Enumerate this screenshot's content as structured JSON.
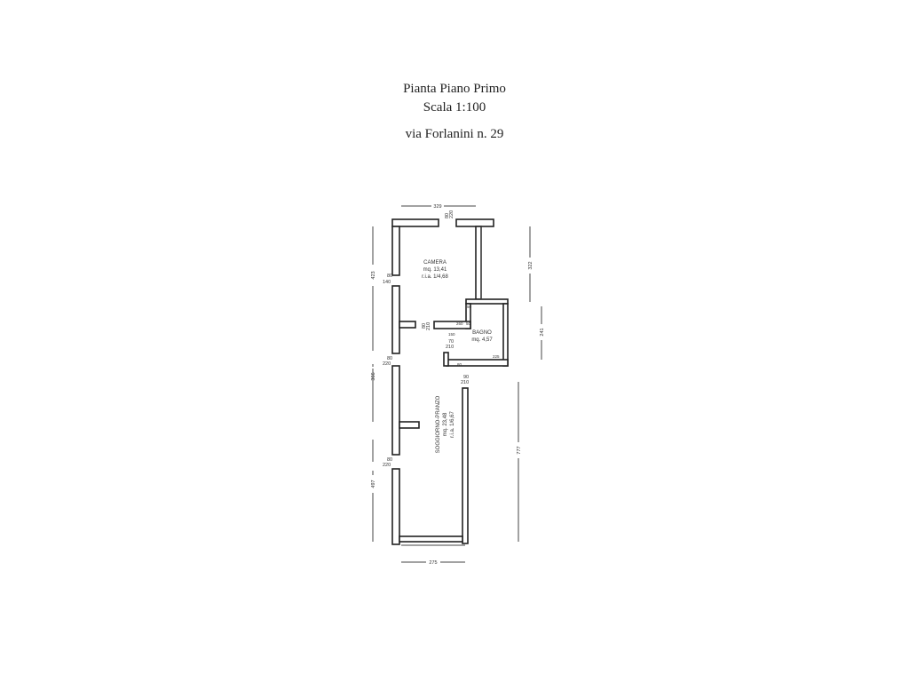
{
  "header": {
    "title": "Pianta Piano Primo",
    "scale": "Scala 1:100",
    "address": "via Forlanini n. 29"
  },
  "rooms": {
    "camera": {
      "name": "CAMERA",
      "area": "mq. 13,41",
      "ria": "r.i.a. 1/4,68"
    },
    "bagno": {
      "name": "BAGNO",
      "area": "mq. 4,57"
    },
    "soggiorno": {
      "name": "SOGGIORNO-PRANZO",
      "area": "mq. 23,48",
      "ria": "r.i.a. 1/6,67"
    }
  },
  "dimensions": {
    "top": "329",
    "left_upper": "423",
    "left_middle": "366",
    "left_lower": "497",
    "right_upper": "322",
    "right_middle": "241",
    "right_lower": "777",
    "bottom": "275"
  },
  "openings": {
    "top_window": {
      "w": "80",
      "h": "220"
    },
    "camera_window": {
      "w": "80",
      "h": "140"
    },
    "camera_door": {
      "w": "80",
      "h": "210"
    },
    "bagno_door": {
      "w": "70",
      "h": "210"
    },
    "left_window_mid": {
      "w": "80",
      "h": "220"
    },
    "left_window_low": {
      "w": "80",
      "h": "220"
    },
    "entrance": {
      "w": "90",
      "h": "210"
    },
    "bagno_h1": "260",
    "bagno_h2": "50",
    "bagno_h3": "150",
    "bagno_h4": "80",
    "bagno_h5": "225",
    "bagno_h6": "50"
  }
}
